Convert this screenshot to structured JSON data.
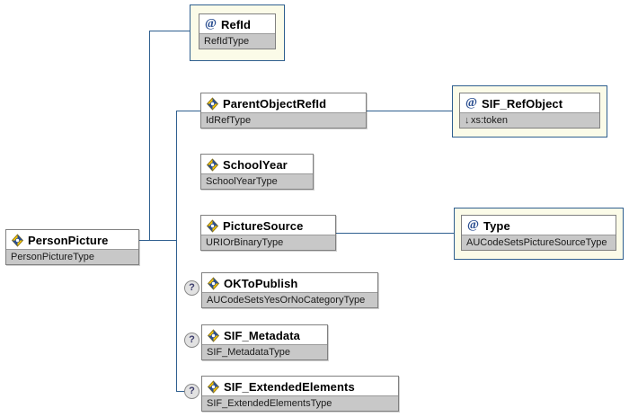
{
  "diagram": {
    "kind": "xsd-tree",
    "title": "PersonPicture schema tree",
    "colors": {
      "wire": "#2f5f8f",
      "attribute_plate_fill": "#fbfbe8",
      "attribute_plate_border": "#2f5f8f",
      "node_border": "#808080",
      "node_title_fill": "#ffffff",
      "node_type_fill": "#c8c8c8",
      "badge_fill": "#e2e2e2",
      "icon_element_blue": "#2b4f91",
      "icon_element_yellow": "#f2c200",
      "icon_attribute": "#2b4f91"
    },
    "icons": {
      "element": "element-diamond-icon",
      "attribute": "at-sign-icon",
      "optional": "question-mark-badge-icon",
      "derived_type": "down-arrow-icon"
    }
  },
  "nodes": {
    "root": {
      "name": "PersonPicture",
      "type": "PersonPictureType",
      "icon": "element-diamond-icon",
      "optional": false,
      "kind": "element"
    },
    "ref_id": {
      "name": "RefId",
      "type": "RefIdType",
      "icon": "at-sign-icon",
      "optional": false,
      "kind": "attribute"
    },
    "parent_object_ref_id": {
      "name": "ParentObjectRefId",
      "type": "IdRefType",
      "icon": "element-diamond-icon",
      "optional": false,
      "kind": "element"
    },
    "sif_ref_object": {
      "name": "SIF_RefObject",
      "type": "xs:token",
      "type_prefix": "↓",
      "icon": "at-sign-icon",
      "optional": false,
      "kind": "attribute"
    },
    "school_year": {
      "name": "SchoolYear",
      "type": "SchoolYearType",
      "icon": "element-diamond-icon",
      "optional": false,
      "kind": "element"
    },
    "picture_source": {
      "name": "PictureSource",
      "type": "URIOrBinaryType",
      "icon": "element-diamond-icon",
      "optional": false,
      "kind": "element"
    },
    "type_attr": {
      "name": "Type",
      "type": "AUCodeSetsPictureSourceType",
      "icon": "at-sign-icon",
      "optional": false,
      "kind": "attribute"
    },
    "ok_to_publish": {
      "name": "OKToPublish",
      "type": "AUCodeSetsYesOrNoCategoryType",
      "icon": "element-diamond-icon",
      "optional": true,
      "badge": "?",
      "kind": "element"
    },
    "sif_metadata": {
      "name": "SIF_Metadata",
      "type": "SIF_MetadataType",
      "icon": "element-diamond-icon",
      "optional": true,
      "badge": "?",
      "kind": "element"
    },
    "sif_extended_elements": {
      "name": "SIF_ExtendedElements",
      "type": "SIF_ExtendedElementsType",
      "icon": "element-diamond-icon",
      "optional": true,
      "badge": "?",
      "kind": "element"
    }
  }
}
